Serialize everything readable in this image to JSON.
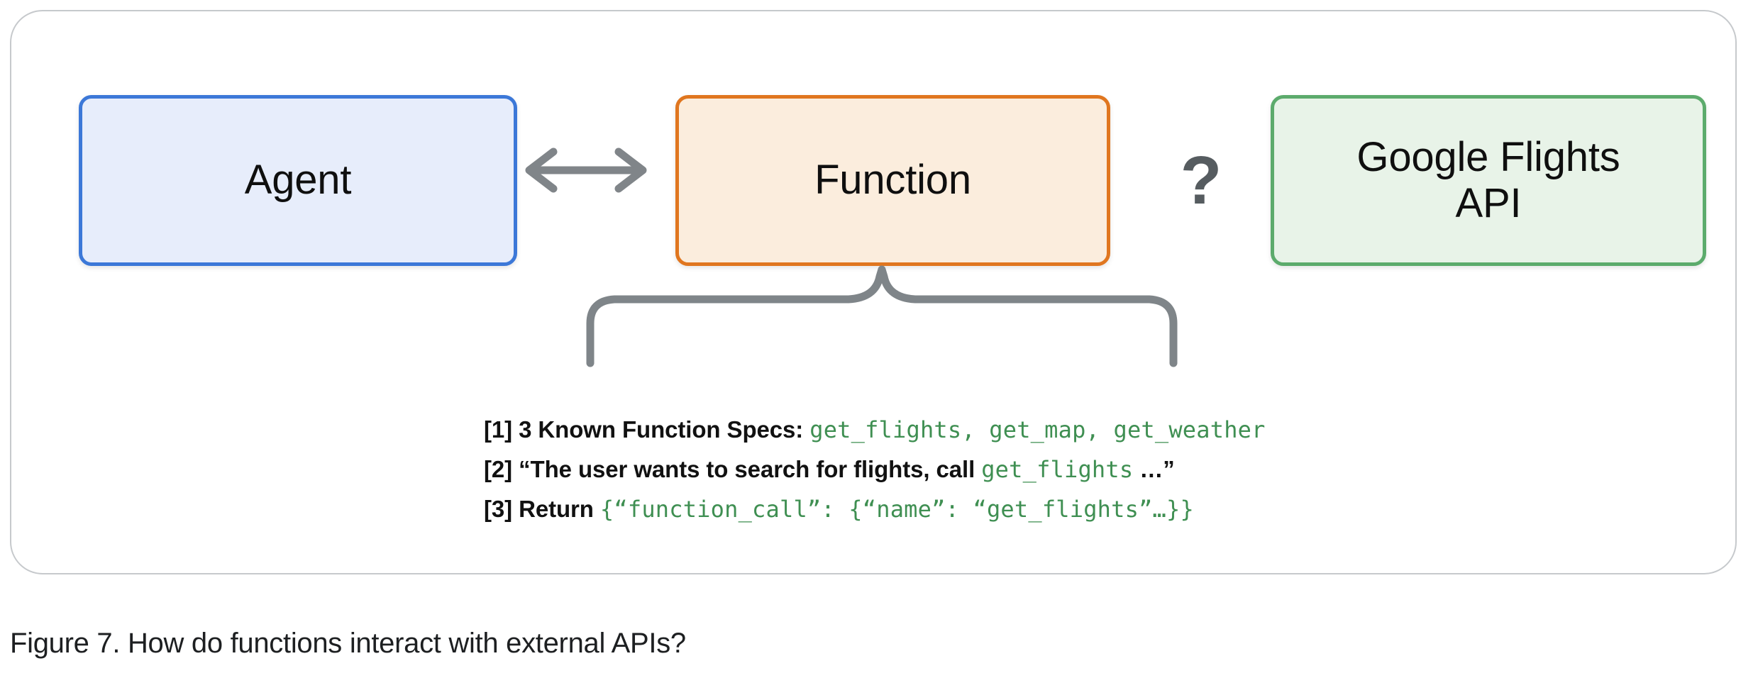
{
  "figure": {
    "caption": "Figure 7. How do functions interact with external APIs?"
  },
  "diagram": {
    "nodes": [
      {
        "id": "agent",
        "label": "Agent",
        "border_color": "#3c78d8",
        "fill_color": "#e7edfb"
      },
      {
        "id": "function",
        "label": "Function",
        "border_color": "#e0761f",
        "fill_color": "#fbeddd"
      },
      {
        "id": "google_flights_api",
        "label": "Google Flights\nAPI",
        "border_color": "#5cab6c",
        "fill_color": "#e8f3e8"
      }
    ],
    "connectors": [
      {
        "id": "agent-function-arrow",
        "type": "double-headed-arrow",
        "from": "agent",
        "to": "function",
        "color": "#808589"
      },
      {
        "id": "function-api-unknown",
        "type": "question-mark",
        "symbol": "?",
        "color": "#565c60"
      },
      {
        "id": "function-brace",
        "type": "curly-brace",
        "from": "function",
        "color": "#7f8589"
      }
    ],
    "spec_lines": [
      {
        "marker": "[1]",
        "parts": [
          {
            "kind": "plain",
            "text": " 3 Known Function Specs: "
          },
          {
            "kind": "code",
            "text": "get_flights, get_map, get_weather"
          }
        ]
      },
      {
        "marker": "[2]",
        "parts": [
          {
            "kind": "plain",
            "text": " “The user wants to search for flights, call "
          },
          {
            "kind": "code",
            "text": "get_flights"
          },
          {
            "kind": "plain",
            "text": " …”"
          }
        ]
      },
      {
        "marker": "[3]",
        "parts": [
          {
            "kind": "plain",
            "text": " Return "
          },
          {
            "kind": "code",
            "text": "{“function_call”: {“name”: “get_flights”…}}"
          }
        ]
      }
    ]
  },
  "colors": {
    "card_border": "#c6c9cc",
    "connector_gray": "#7f8589",
    "code_green": "#3f8f52",
    "background": "#ffffff"
  }
}
